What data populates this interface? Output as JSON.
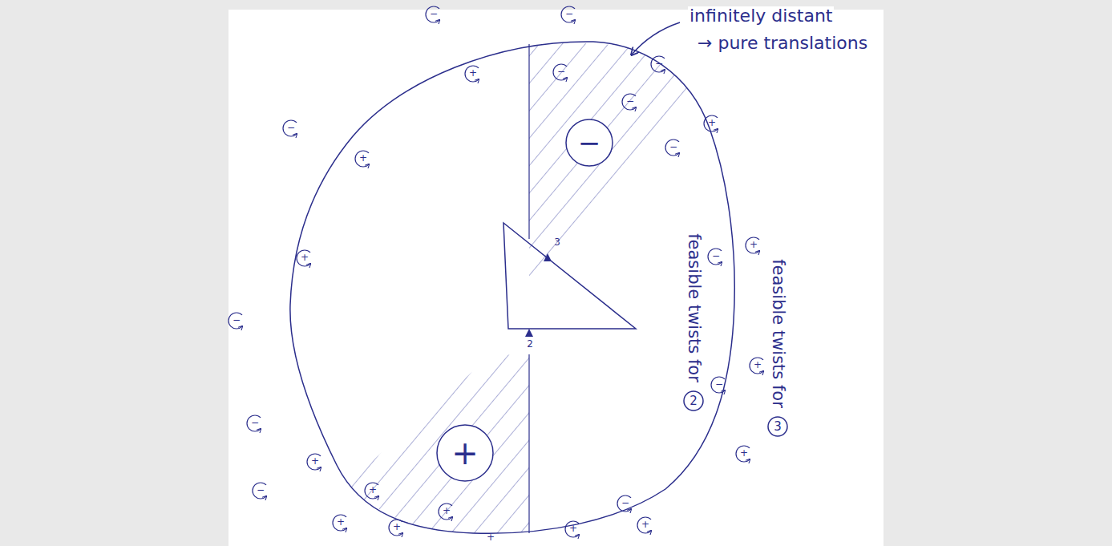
{
  "diagram": {
    "nodes": [
      {
        "text": [
          "−"
        ]
      },
      {
        "text": [
          "2"
        ]
      },
      {
        "text": [
          "3"
        ]
      },
      {
        "text": [
          "+"
        ]
      }
    ],
    "labels": [
      "infinitely distant",
      "→ pure translations",
      "feasible twists for",
      "feasible twists for",
      "3",
      "2",
      "−",
      "−",
      "−",
      "+",
      "−",
      "−",
      "+",
      "−",
      "−",
      "+",
      "+",
      "−",
      "+",
      "−",
      "+",
      "−",
      "+",
      "−",
      "+",
      "−",
      "+",
      "+",
      "+",
      "+",
      "−",
      "+",
      "+",
      "+"
    ]
  }
}
